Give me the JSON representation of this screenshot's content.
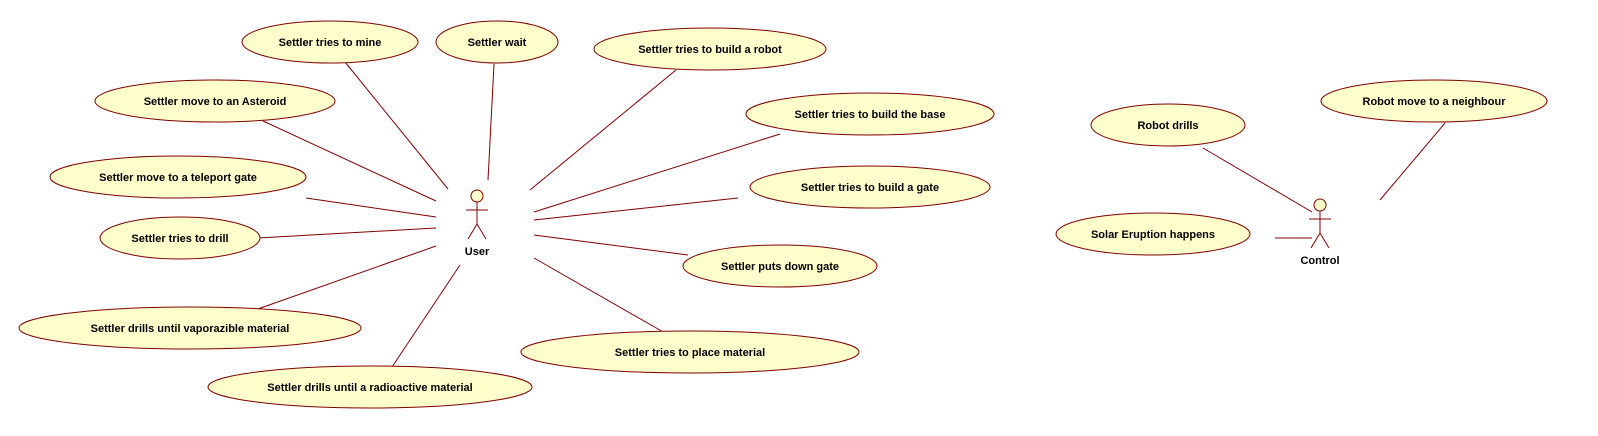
{
  "actors": {
    "user": {
      "label": "User"
    },
    "control": {
      "label": "Control"
    }
  },
  "use_cases": {
    "mine": "Settler tries to mine",
    "wait": "Settler wait",
    "build_robot": "Settler tries to build a robot",
    "move_asteroid": "Settler move to an Asteroid",
    "build_base": "Settler tries to build the base",
    "move_teleport": "Settler move to a teleport gate",
    "build_gate": "Settler tries to build a gate",
    "drill": "Settler tries to drill",
    "put_down_gate": "Settler puts down gate",
    "drill_vaporazible": "Settler drills until vaporazible material",
    "place_material": "Settler tries to place material",
    "drill_radioactive": "Settler drills until a radioactive material",
    "robot_drills": "Robot drills",
    "robot_move": "Robot move to a neighbour",
    "solar_eruption": "Solar Eruption happens"
  },
  "colors": {
    "ellipse_fill": "#ffffcc",
    "stroke": "#800000"
  }
}
